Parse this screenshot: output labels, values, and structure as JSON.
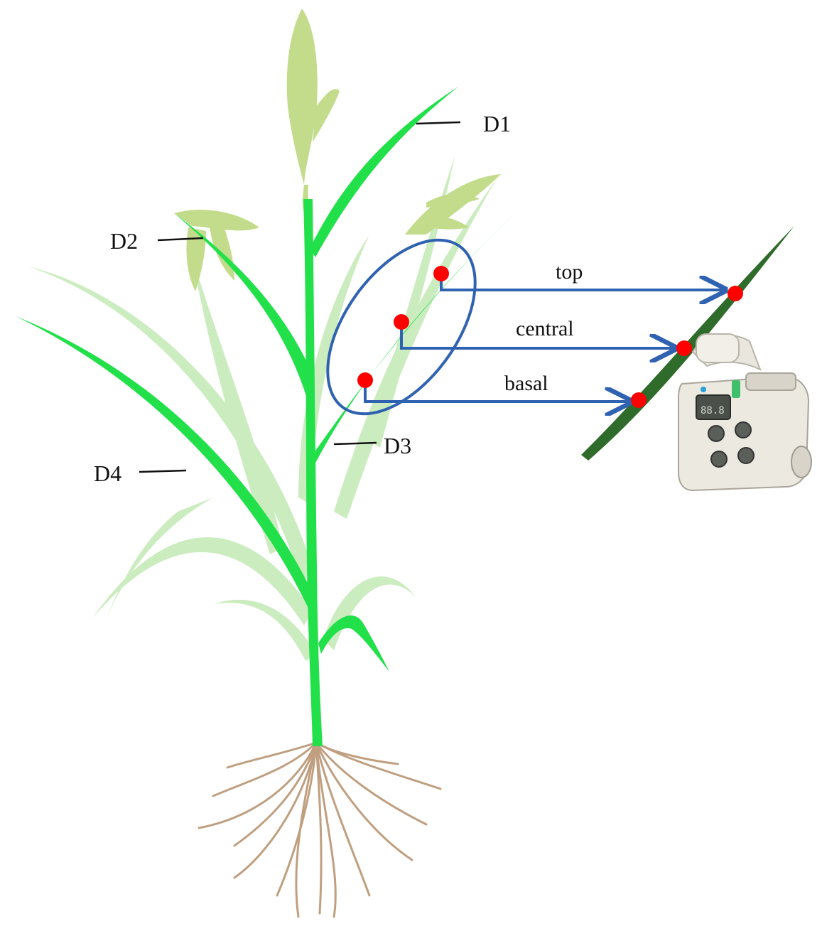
{
  "leaf_labels": {
    "d1": "D1",
    "d2": "D2",
    "d3": "D3",
    "d4": "D4"
  },
  "positions": {
    "top": "top",
    "central": "central",
    "basal": "basal"
  },
  "device": {
    "screen_text": "88.8"
  },
  "colors": {
    "bright_leaf": "#22e04a",
    "pale_leaf": "#bfe8b0",
    "panicle": "#c3dc8c",
    "root": "#b58f6a",
    "dark_leaf": "#2f6b2a",
    "arrow": "#2f62b0",
    "dot": "#ff0000"
  }
}
